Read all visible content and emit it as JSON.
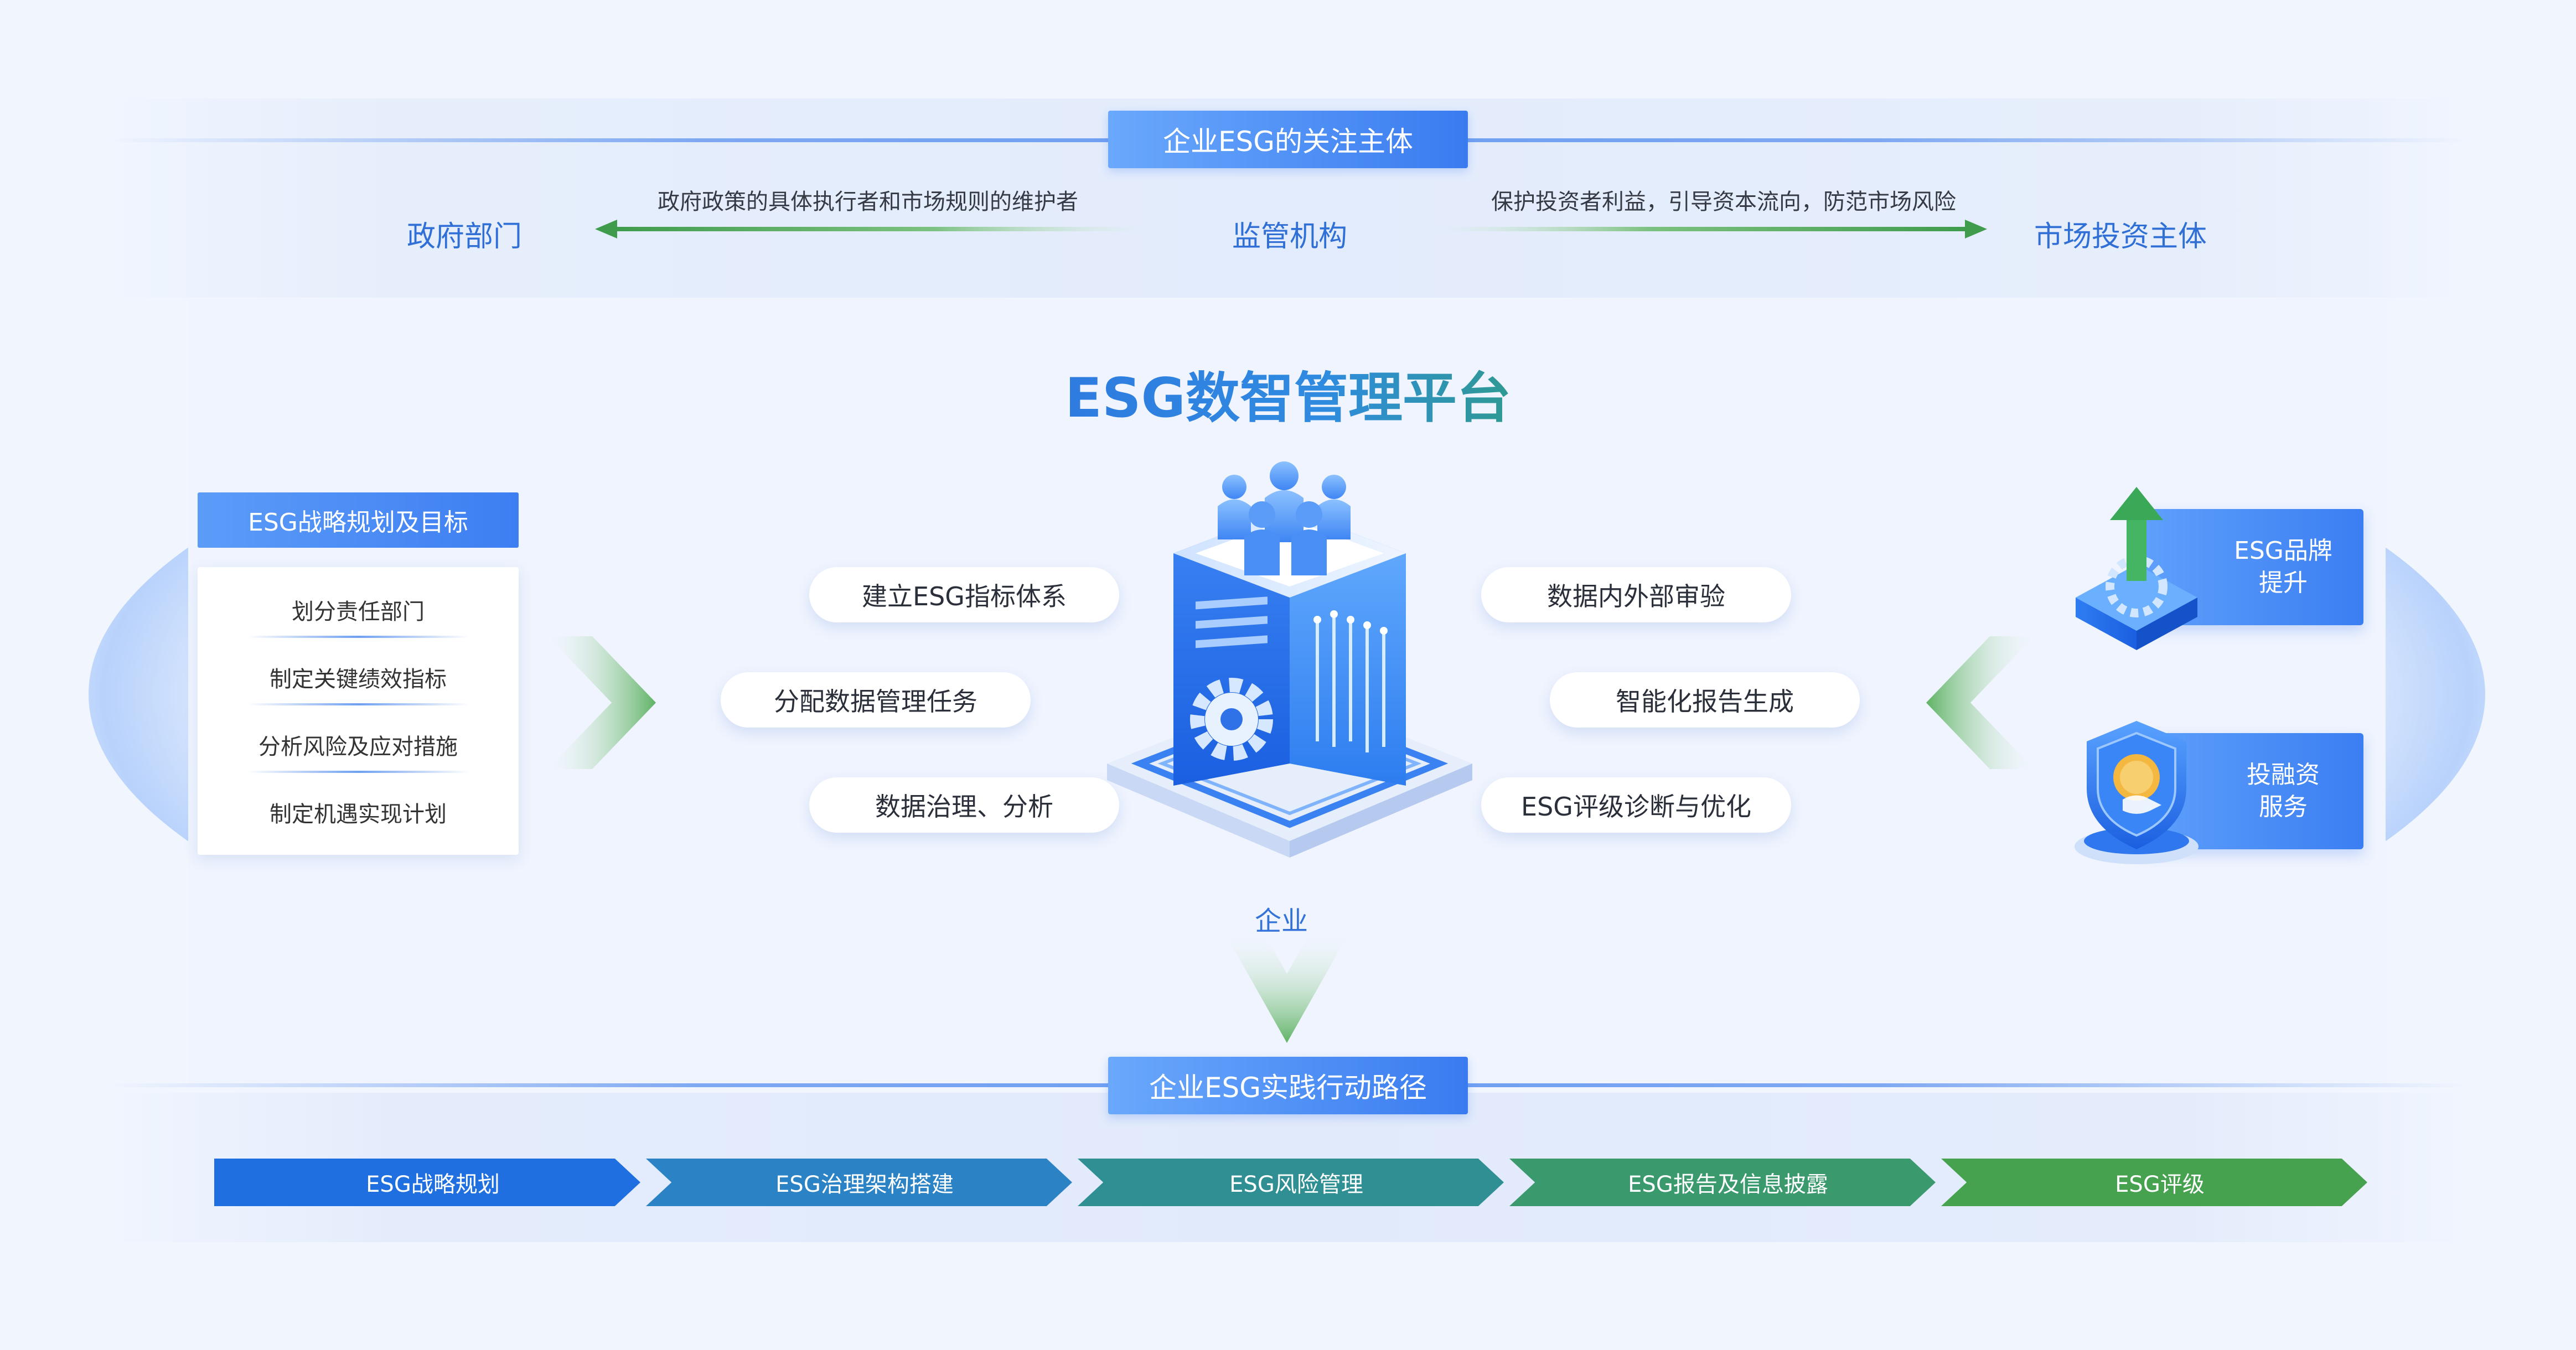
{
  "focus_section": {
    "title": "企业ESG的关注主体",
    "left_entity": "政府部门",
    "center_entity": "监管机构",
    "right_entity": "市场投资主体",
    "left_caption": "政府政策的具体执行者和市场规则的维护者",
    "right_caption": "保护投资者利益，引导资本流向，防范市场风险"
  },
  "platform": {
    "title": "ESG数智管理平台",
    "center_label": "企业"
  },
  "strategy_panel": {
    "title": "ESG战略规划及目标",
    "items": [
      "划分责任部门",
      "制定关键绩效指标",
      "分析风险及应对措施",
      "制定机遇实现计划"
    ]
  },
  "left_pills": [
    "建立ESG指标体系",
    "分配数据管理任务",
    "数据治理、分析"
  ],
  "right_pills": [
    "数据内外部审验",
    "智能化报告生成",
    "ESG评级诊断与优化"
  ],
  "services": [
    {
      "line1": "ESG品牌",
      "line2": "提升",
      "icon": "growth-cube-icon"
    },
    {
      "line1": "投融资",
      "line2": "服务",
      "icon": "finance-shield-icon"
    }
  ],
  "path_section": {
    "title": "企业ESG实践行动路径",
    "steps": [
      "ESG战略规划",
      "ESG治理架构搭建",
      "ESG风险管理",
      "ESG报告及信息披露",
      "ESG评级"
    ]
  },
  "colors": {
    "primary_blue": "#3b7ef2",
    "entity_blue": "#2f6fd6",
    "green": "#4aa356",
    "step_gradient": [
      "#1f6fe0",
      "#2b82c4",
      "#2f8f93",
      "#3a9a6e",
      "#46a24f"
    ]
  }
}
